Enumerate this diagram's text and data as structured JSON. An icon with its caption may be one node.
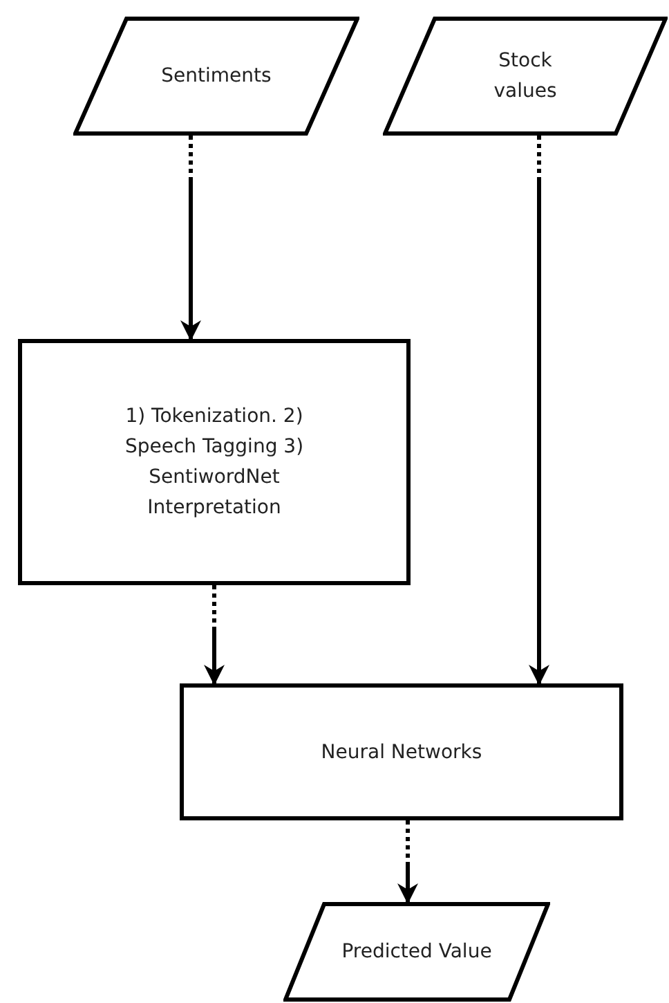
{
  "diagram": {
    "nodes": [
      {
        "text": [
          "Sentiments"
        ]
      },
      {
        "text": [
          "Stock values"
        ]
      },
      {
        "text": [
          "1) Tokenization. 2) Speech Tagging 3) SentiwordNet Interpretation"
        ]
      },
      {
        "text": [
          "Neural Networks"
        ]
      },
      {
        "text": [
          "Predicted Value"
        ]
      }
    ],
    "edges": [
      {
        "from": 0,
        "to": 2,
        "arrow": "to"
      },
      {
        "from": 1,
        "to": 3,
        "arrow": "to"
      },
      {
        "from": 2,
        "to": 3,
        "arrow": "to"
      },
      {
        "from": 3,
        "to": 4,
        "arrow": "to"
      }
    ]
  }
}
